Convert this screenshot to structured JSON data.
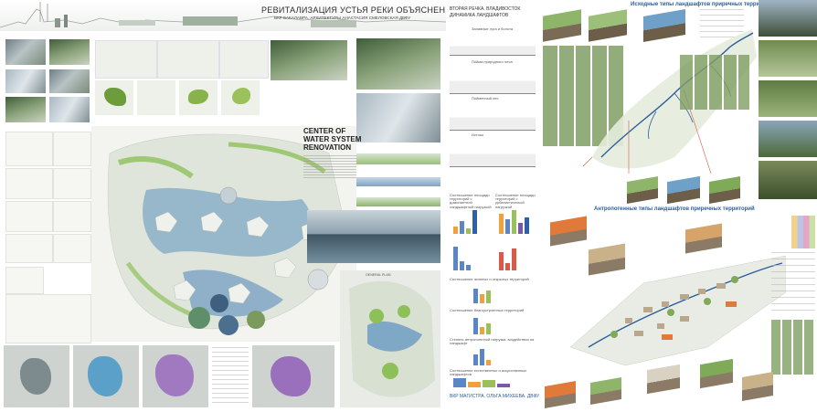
{
  "header": {
    "title": "РЕВИТАЛИЗАЦИЯ УСТЬЯ РЕКИ ОБЪЯСНЕНИЯ",
    "subtitle": "ВКР БАКАЛАВРА. АРХИТЕКТУРЫ АНАСТАСИЯ СМЕЛОВСКАЯ ДВФУ"
  },
  "center": {
    "title_line1": "CENTER OF",
    "title_line2": "WATER SYSTEM",
    "title_line3": "RENOVATION",
    "general_plan": "GENERAL PLAN"
  },
  "middle": {
    "title_line1": "ВТОРАЯ РЕЧКА. ВЛАДИВОСТОК",
    "title_line2": "ДИНАМИКА ЛАНДШАФТОВ",
    "section_labels": [
      "Заливные луга и болота",
      "Пойма природного леса",
      "Пойменный лес",
      "Истоки"
    ],
    "chart_captions": [
      "Соотношение площади территорий с доминантной ландшафтной нагрузкой",
      "Соотношение площади территорий с урбанистической нагрузкой",
      "Соотношение зеленых и открытых территорий",
      "Соотношение благоустроенных территорий",
      "Степень антропогенной нагрузки, воздействия на ландшафт",
      "Соотношение естественных и искусственных ландшафтов"
    ],
    "footer": "ВКР МАГИСТРА. ОЛЬГА МИХЕЕВА. ДВФУ"
  },
  "right": {
    "top_title": "Исходные типы ландшафтов приречных территорий",
    "bottom_title": "Антропогенные типы ландшафтов приречных территорий"
  },
  "colors": {
    "accent_blue": "#2a5d9c",
    "water": "#5e8fb8",
    "green": "#7fae4a",
    "purple": "#8e6bb0",
    "orange": "#e07a3b"
  }
}
